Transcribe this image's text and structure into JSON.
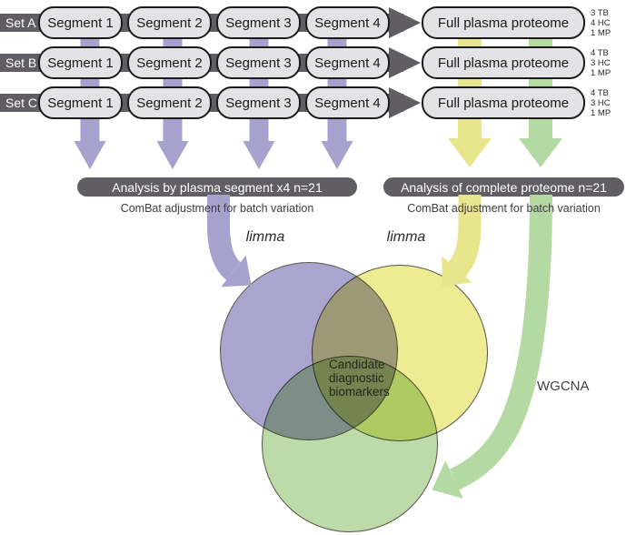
{
  "colors": {
    "dark_gray": "#615e63",
    "box_fill": "#e3e2e4",
    "box_border": "#1c1c1c",
    "purple": "#a6a2cd",
    "yellow": "#e7e68d",
    "green": "#b4d9a3",
    "venn_purple": "#a9a5cf",
    "venn_yellow": "#edec93",
    "venn_green": "#bcdba9"
  },
  "rows": [
    {
      "set": "Set A",
      "segments": [
        "Segment 1",
        "Segment 2",
        "Segment 3",
        "Segment 4"
      ],
      "proteome": "Full plasma proteome",
      "counts": [
        "3 TB",
        "4 HC",
        "1 MP"
      ]
    },
    {
      "set": "Set B",
      "segments": [
        "Segment 1",
        "Segment 2",
        "Segment 3",
        "Segment 4"
      ],
      "proteome": "Full plasma proteome",
      "counts": [
        "4 TB",
        "3 HC",
        "1 MP"
      ]
    },
    {
      "set": "Set C",
      "segments": [
        "Segment 1",
        "Segment 2",
        "Segment 3",
        "Segment 4"
      ],
      "proteome": "Full plasma proteome",
      "counts": [
        "4 TB",
        "3 HC",
        "1 MP"
      ]
    }
  ],
  "left_analysis": {
    "title": "Analysis by plasma segment x4 n=21",
    "note": "ComBat adjustment for batch variation",
    "method": "limma"
  },
  "right_analysis": {
    "title": "Analysis of complete proteome n=21",
    "note": "ComBat adjustment for batch variation",
    "method": "limma"
  },
  "venn": {
    "lines": [
      "Candidate",
      "diagnostic",
      "biomarkers"
    ]
  },
  "wgcna_label": "WGCNA"
}
